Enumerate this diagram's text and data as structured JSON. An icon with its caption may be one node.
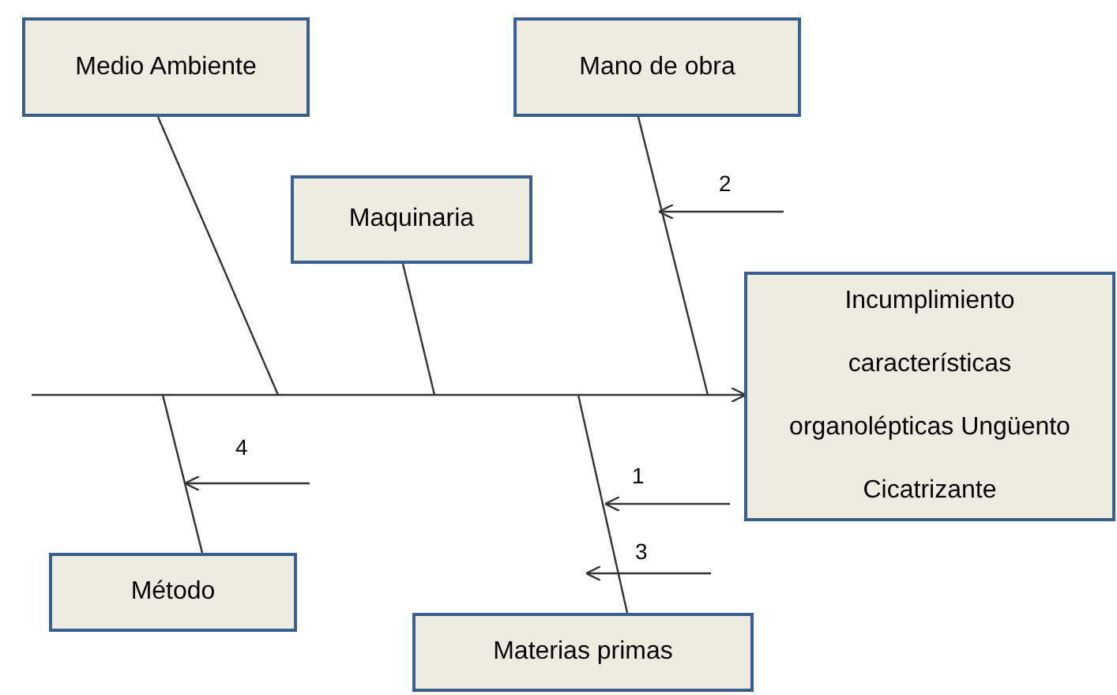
{
  "diagram": {
    "nodes": [
      {
        "text": [
          "Medio Ambiente"
        ]
      },
      {
        "text": [
          "Mano de obra"
        ]
      },
      {
        "text": [
          "Maquinaria"
        ]
      },
      {
        "text": [
          "Incumplimiento características organolépticas Ungüento Cicatrizante"
        ]
      },
      {
        "text": [
          "Método"
        ]
      },
      {
        "text": [
          "Materias primas"
        ]
      }
    ],
    "edges": [
      {
        "from": null,
        "to": 3,
        "arrow": "to"
      },
      {
        "from": 0,
        "to": null,
        "arrow": "none"
      },
      {
        "from": 1,
        "to": null,
        "arrow": "none"
      },
      {
        "from": 2,
        "to": null,
        "arrow": "none"
      },
      {
        "from": 4,
        "to": null,
        "arrow": "none"
      },
      {
        "from": 5,
        "to": null,
        "arrow": "none"
      }
    ],
    "labels": [
      "2",
      "4",
      "1",
      "3"
    ]
  }
}
